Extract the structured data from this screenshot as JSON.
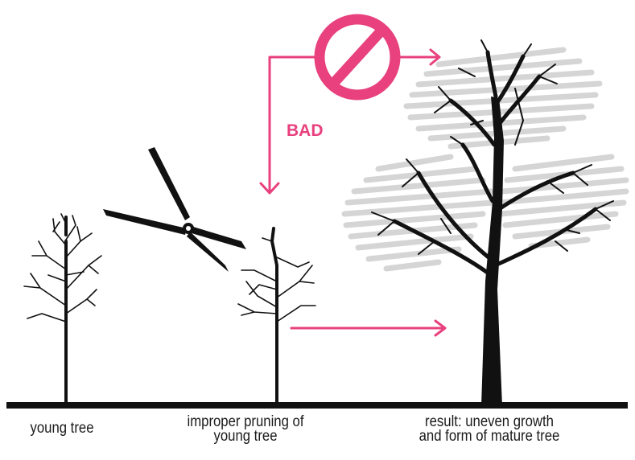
{
  "colors": {
    "accent": "#e8417e",
    "tree": "#111111",
    "foliage": "#d3d3d3"
  },
  "labels": {
    "bad": "BAD",
    "young_tree": "young tree",
    "improper_line1": "improper pruning of",
    "improper_line2": "young tree",
    "result_line1": "result: uneven growth",
    "result_line2": "and form of mature tree"
  },
  "icons": {
    "prohibition": "no-entry-icon",
    "shears": "hedge-shears-icon"
  }
}
